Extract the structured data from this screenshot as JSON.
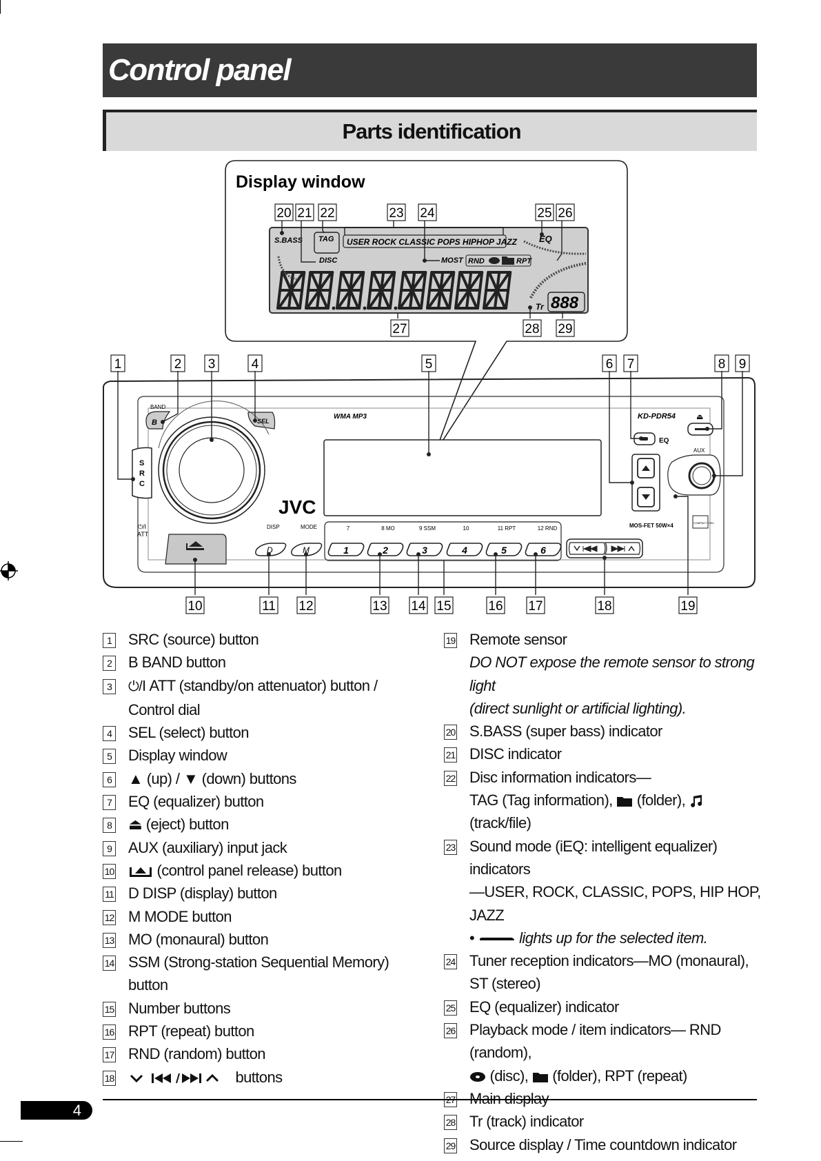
{
  "page": {
    "title": "Control panel",
    "section": "Parts identification",
    "page_number": "4"
  },
  "display_window": {
    "title": "Display window",
    "lcd": {
      "sbass": "S.BASS",
      "tag": "TAG",
      "disc": "DISC",
      "modes": "USER ROCK CLASSIC POPS HIPHOP JAZZ",
      "eq": "EQ",
      "most": "MOST",
      "rnd": "RND",
      "rpt": "RPT",
      "tr": "Tr",
      "source_digits": "888"
    }
  },
  "unit": {
    "band_label": "BAND",
    "b_key": "B",
    "sel_key": "SEL",
    "src_letters": "SRC",
    "att_label_1": "⏻/I",
    "att_label_2": "ATT",
    "format_logo": "WMA MP3",
    "model": "KD-PDR54",
    "eject_symbol": "⏏",
    "eq_label": "EQ",
    "aux_label": "AUX",
    "brand": "JVC",
    "disp_label": "DISP",
    "mode_label": "MODE",
    "d_key": "D",
    "m_key": "M",
    "power_spec": "MOS-FET 50W×4",
    "preset_labels": [
      "7",
      "8  MO",
      "9  SSM",
      "10",
      "11  RPT",
      "12  RND"
    ],
    "number_keys": [
      "1",
      "2",
      "3",
      "4",
      "5",
      "6"
    ],
    "compact_disc_logo": "COMPACT DISC"
  },
  "callouts": {
    "top": [
      "1",
      "2",
      "3",
      "4",
      "5",
      "6",
      "7",
      "8",
      "9"
    ],
    "bottom": [
      "10",
      "11",
      "12",
      "13",
      "14",
      "15",
      "16",
      "17",
      "18",
      "19"
    ],
    "display_top": [
      "20",
      "21",
      "22",
      "23",
      "24",
      "25",
      "26"
    ],
    "display_bottom": [
      "27",
      "28",
      "29"
    ]
  },
  "legend": {
    "left": [
      {
        "num": "1",
        "text": "SRC (source) button"
      },
      {
        "num": "2",
        "text": "B BAND button"
      },
      {
        "num": "3",
        "text": "ATT (standby/on attenuator) button /",
        "text2": "Control dial"
      },
      {
        "num": "4",
        "text": "SEL (select) button"
      },
      {
        "num": "5",
        "text": "Display window"
      },
      {
        "num": "6",
        "text_a": "(up) /",
        "text_b": "(down) buttons"
      },
      {
        "num": "7",
        "text": "EQ (equalizer) button"
      },
      {
        "num": "8",
        "text": "(eject) button"
      },
      {
        "num": "9",
        "text": "AUX (auxiliary) input jack"
      },
      {
        "num": "10",
        "text": "(control panel release) button"
      },
      {
        "num": "11",
        "text": "D DISP (display) button"
      },
      {
        "num": "12",
        "text": "M MODE button"
      },
      {
        "num": "13",
        "text": "MO (monaural) button"
      },
      {
        "num": "14",
        "text": "SSM (Strong-station Sequential Memory) button"
      },
      {
        "num": "15",
        "text": "Number buttons"
      },
      {
        "num": "16",
        "text": "RPT (repeat) button"
      },
      {
        "num": "17",
        "text": "RND (random) button"
      },
      {
        "num": "18",
        "text": "buttons"
      }
    ],
    "right": [
      {
        "num": "19",
        "text": "Remote sensor",
        "note": "DO NOT expose the remote sensor to strong light",
        "note2": "(direct sunlight or artificial lighting)."
      },
      {
        "num": "20",
        "text": "S.BASS (super bass) indicator"
      },
      {
        "num": "21",
        "text": "DISC indicator"
      },
      {
        "num": "22",
        "text": "Disc information indicators—",
        "text2_a": "TAG (Tag information),",
        "text2_b": "(folder),",
        "text2_c": "(track/file)"
      },
      {
        "num": "23",
        "text": "Sound mode (iEQ: intelligent equalizer) indicators",
        "text2": "—USER, ROCK, CLASSIC, POPS, HIP HOP, JAZZ",
        "bullet": "•",
        "bullet_note": "lights up for the selected item."
      },
      {
        "num": "24",
        "text": "Tuner reception indicators—MO (monaural),",
        "text2": "ST (stereo)"
      },
      {
        "num": "25",
        "text": "EQ (equalizer) indicator"
      },
      {
        "num": "26",
        "text": "Playback mode / item indicators— RND (random),",
        "text2_a": "(disc),",
        "text2_b": "(folder), RPT (repeat)"
      },
      {
        "num": "27",
        "text": "Main display"
      },
      {
        "num": "28",
        "text": "Tr (track) indicator"
      },
      {
        "num": "29",
        "text": "Source display / Time countdown indicator"
      }
    ]
  }
}
